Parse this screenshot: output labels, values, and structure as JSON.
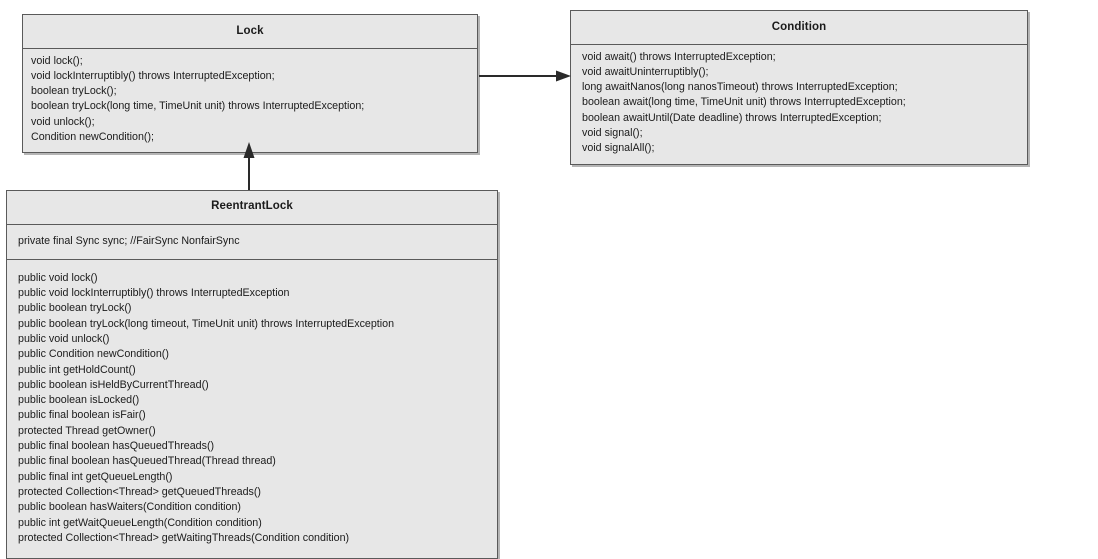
{
  "diagram": {
    "type": "uml-class-diagram",
    "background_color": "#ffffff",
    "box_fill_color": "#e7e7e7",
    "box_border_color": "#5a5a5a",
    "connector_color": "#2a2a2a"
  },
  "classes": {
    "lock": {
      "name": "Lock",
      "members": [
        "void lock();",
        "void lockInterruptibly() throws InterruptedException;",
        "boolean tryLock();",
        "boolean tryLock(long time, TimeUnit unit) throws InterruptedException;",
        "void unlock();",
        "Condition newCondition();"
      ]
    },
    "condition": {
      "name": "Condition",
      "members": [
        "void await() throws InterruptedException;",
        "void awaitUninterruptibly();",
        "long awaitNanos(long nanosTimeout) throws InterruptedException;",
        "boolean await(long time, TimeUnit unit) throws InterruptedException;",
        "boolean awaitUntil(Date deadline) throws InterruptedException;",
        "void signal();",
        "void signalAll();"
      ]
    },
    "reentrantlock": {
      "name": "ReentrantLock",
      "fields": [
        "private final Sync sync; //FairSync NonfairSync"
      ],
      "methods": [
        "public void lock()",
        "public void lockInterruptibly() throws InterruptedException",
        "public boolean tryLock()",
        "public boolean tryLock(long timeout, TimeUnit unit) throws InterruptedException",
        "public void unlock()",
        "public Condition newCondition()",
        "public int getHoldCount()",
        "public boolean isHeldByCurrentThread()",
        "public boolean isLocked()",
        "public final boolean isFair()",
        "protected Thread getOwner()",
        "public final boolean hasQueuedThreads()",
        "public final boolean hasQueuedThread(Thread thread)",
        "public final int getQueueLength()",
        "protected Collection<Thread> getQueuedThreads()",
        "public boolean hasWaiters(Condition condition)",
        "public int getWaitQueueLength(Condition condition)",
        "protected Collection<Thread> getWaitingThreads(Condition condition)"
      ]
    }
  },
  "connectors": [
    {
      "id": "lock-to-condition",
      "from": "lock",
      "to": "condition",
      "direction": "horizontal",
      "arrowhead": "solid-filled"
    },
    {
      "id": "reentrantlock-to-lock",
      "from": "reentrantlock",
      "to": "lock",
      "direction": "vertical-up",
      "arrowhead": "solid-filled"
    }
  ]
}
